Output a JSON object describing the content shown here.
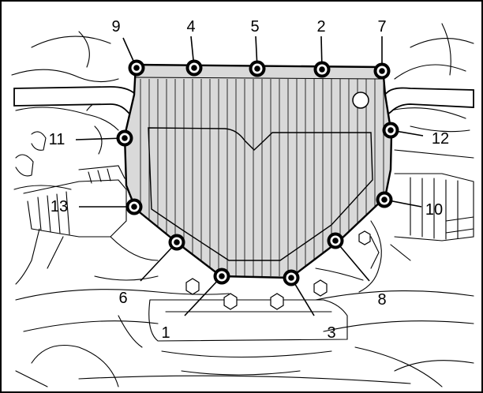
{
  "colors": {
    "ink": "#000000",
    "pan_fill": "#d9d9d9",
    "background": "#ffffff",
    "frame": "#000000"
  },
  "icons": {
    "bolt": "hex-flange-bolt-icon"
  },
  "bolts": [
    {
      "label": "1"
    },
    {
      "label": "2"
    },
    {
      "label": "3"
    },
    {
      "label": "4"
    },
    {
      "label": "5"
    },
    {
      "label": "6"
    },
    {
      "label": "7"
    },
    {
      "label": "8"
    },
    {
      "label": "9"
    },
    {
      "label": "10"
    },
    {
      "label": "11"
    },
    {
      "label": "12"
    },
    {
      "label": "13"
    }
  ]
}
